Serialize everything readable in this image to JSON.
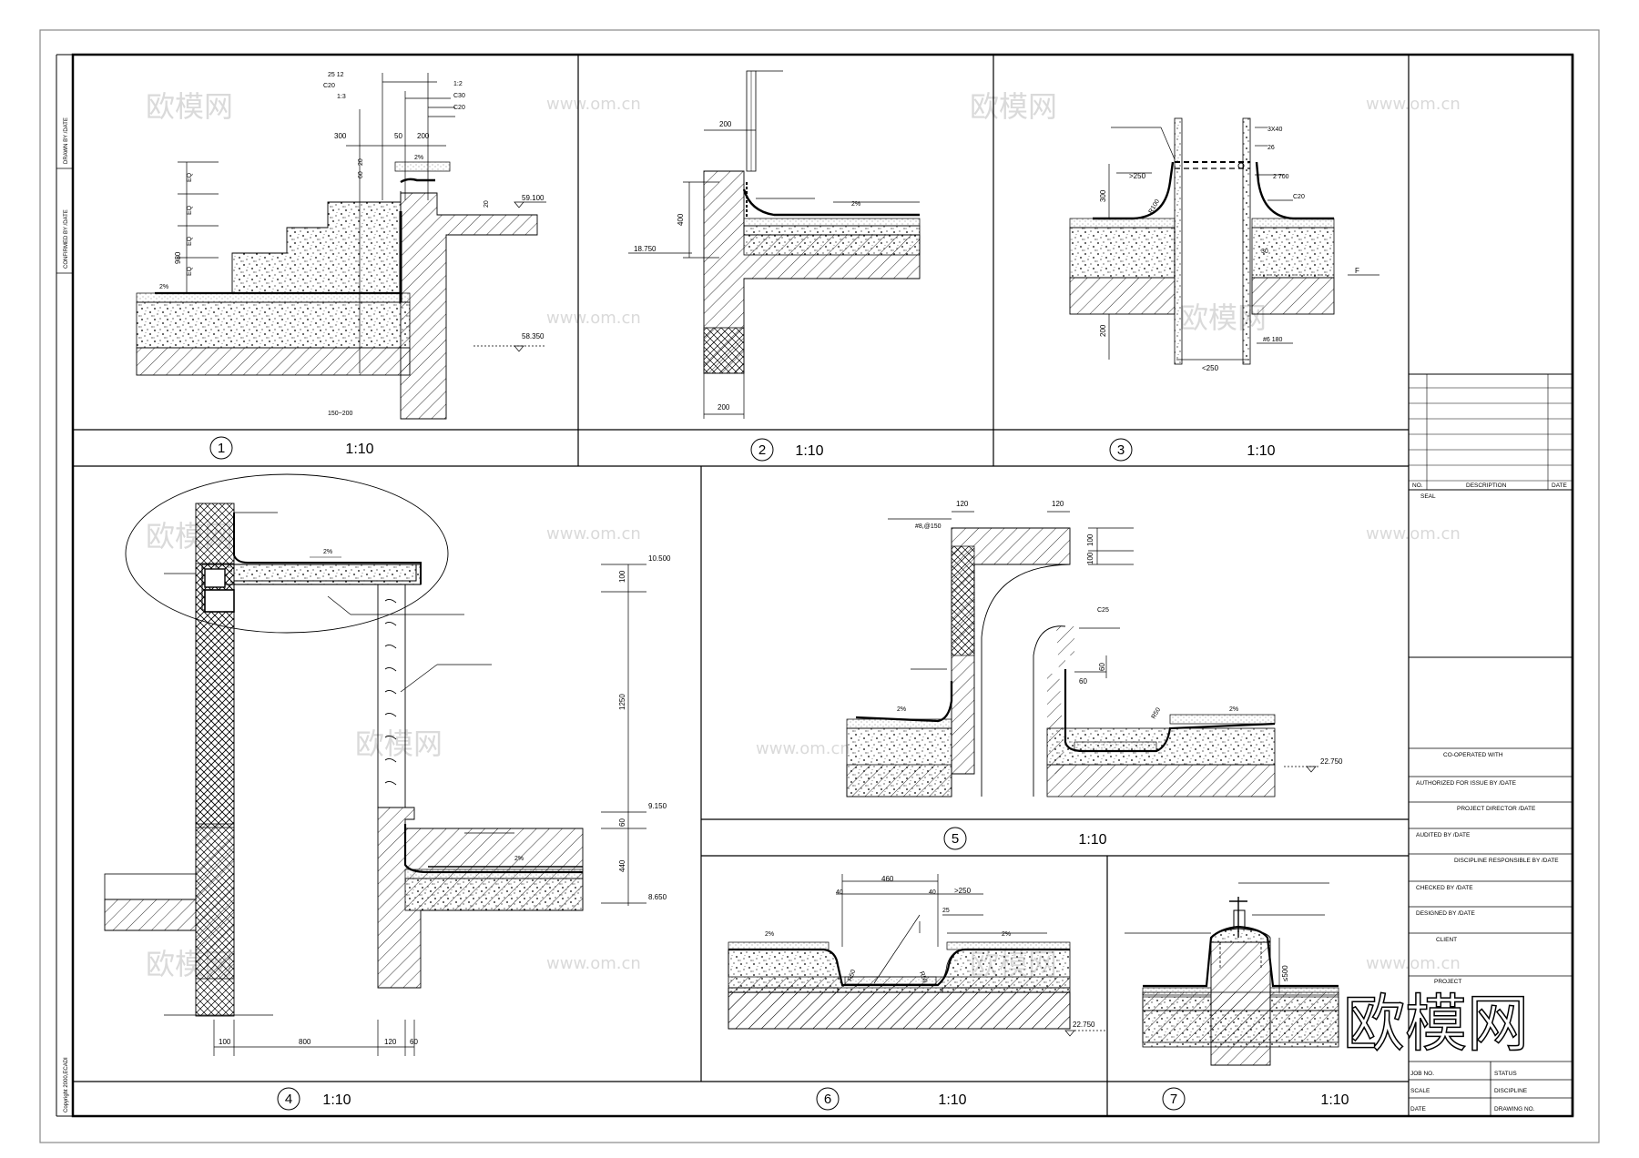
{
  "side_labels": {
    "drawn_by": "DRAWN BY /DATE",
    "confirmed_by": "CONFIRMED BY /DATE",
    "copyright": "Copyright 2000,ECADI"
  },
  "details": [
    {
      "number": "1",
      "scale": "1:10"
    },
    {
      "number": "2",
      "scale": "1:10"
    },
    {
      "number": "3",
      "scale": "1:10"
    },
    {
      "number": "4",
      "scale": "1:10"
    },
    {
      "number": "5",
      "scale": "1:10"
    },
    {
      "number": "6",
      "scale": "1:10"
    },
    {
      "number": "7",
      "scale": "1:10"
    }
  ],
  "d1": {
    "rebar": "25 12",
    "c20a": "C20",
    "ratio13": "1:3",
    "r12": "1:2",
    "c30": "C30",
    "c20b": "C20",
    "dim300": "300",
    "dim50": "50",
    "dim200": "200",
    "dim60": "60",
    "dim20a": "20",
    "eq": "EQ",
    "dim980": "980",
    "dim20b": "20",
    "elev1": "59.100",
    "elev2": "58.350",
    "dim150": "150~200",
    "slope": "2%"
  },
  "d2": {
    "dim200a": "200",
    "dim400": "400",
    "elev": "18.750",
    "dim200b": "200",
    "slope": "2%"
  },
  "d3": {
    "dim3x40": "3X40",
    "dim26": "26",
    "dim2700": "2 700",
    "c20": "C20",
    "gt250": ">250",
    "dim300": "300",
    "r100": "R100",
    "dim30": "30",
    "f": "F",
    "dim200": "200",
    "bar": "#6 180",
    "lt250": "<250"
  },
  "d4": {
    "slope": "2%",
    "elev1": "10.500",
    "dim100": "100",
    "dim1250": "1250",
    "elev2": "9.150",
    "dim60a": "60",
    "dim440": "440",
    "elev3": "8.650",
    "dim100b": "100",
    "dim800": "800",
    "dim120": "120",
    "dim60b": "60"
  },
  "d5": {
    "dim120a": "120",
    "dim120b": "120",
    "bar": "#8,@150",
    "dim100a": "100",
    "dim100b": "100",
    "c25": "C25",
    "dim60a": "60",
    "dim60b": "60",
    "r50": "R50",
    "slope": "2%",
    "elev": "22.750"
  },
  "d6": {
    "dim460": "460",
    "dim40a": "40",
    "dim40b": "40",
    "gt250": ">250",
    "dim25": "25",
    "r50a": "R50",
    "r50b": "R50",
    "slope": "2%",
    "elev": "22.750"
  },
  "d7": {
    "le500": "≤500"
  },
  "title_block": {
    "no": "NO.",
    "description": "DESCRIPTION",
    "date": "DATE",
    "seal": "SEAL",
    "cooperated": "CO-OPERATED WITH",
    "authorized": "AUTHORIZED FOR ISSUE BY /DATE",
    "director": "PROJECT DIRECTOR /DATE",
    "audited": "AUDITED BY /DATE",
    "discipline_resp": "DISCIPLINE RESPONSIBLE BY /DATE",
    "checked": "CHECKED BY /DATE",
    "designed": "DESIGNED BY /DATE",
    "client": "CLIENT",
    "project": "PROJECT",
    "job_no": "JOB NO.",
    "status": "STATUS",
    "scale": "SCALE",
    "discipline": "DISCIPLINE",
    "date2": "DATE",
    "drawing_no": "DRAWING NO."
  },
  "watermark": {
    "cn": "欧模网",
    "url": "www.om.cn",
    "big": "欧模网"
  }
}
